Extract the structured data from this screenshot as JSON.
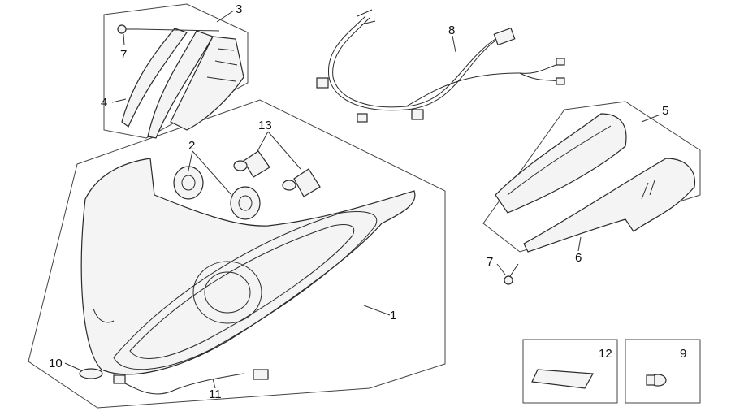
{
  "callouts": {
    "n1": "1",
    "n2": "2",
    "n3": "3",
    "n4": "4",
    "n5": "5",
    "n6": "6",
    "n7a": "7",
    "n7b": "7",
    "n8": "8",
    "n9": "9",
    "n10": "10",
    "n11": "11",
    "n12": "12",
    "n13": "13"
  },
  "colors": {
    "line": "#333333",
    "part_fill": "#f4f4f4",
    "background": "#ffffff"
  }
}
